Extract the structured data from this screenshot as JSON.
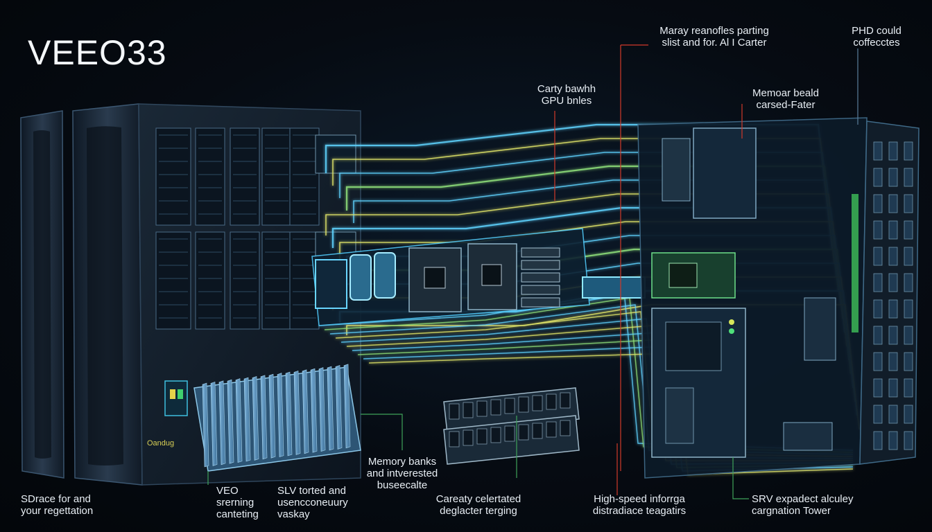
{
  "title": "VEEO33",
  "labels": {
    "top_center": "Maray reanofles parting\nslist and for. Al I Carter",
    "top_right": "PHD could\ncoffecctes",
    "gpu": "Carty bawhh\nGPU bnles",
    "memory_board": "Memoar beald\ncarsed-Fater",
    "small_tag": "Oandug",
    "memory_banks": "Memory banks\nand intverested\nbuseecalte",
    "bottom_1": "SDrace for and\nyour regettation",
    "bottom_2": "VEO\nsrerning\ncanteting",
    "bottom_3": "SLV torted and\nusencconeuury\nvaskay",
    "bottom_4": "Careaty celertated\ndeglacter terging",
    "bottom_5": "High-speed inforrga\ndistradiace teagatirs",
    "bottom_6": "SRV expadect alculey\ncargnation Tower"
  },
  "colors": {
    "cable_blue": "#5fd3ff",
    "cable_yellow": "#e4e86a",
    "cable_green": "#8fe07a",
    "leader_red": "#d23a2a",
    "leader_green": "#3fa35a",
    "chassis": "#1b2a3a"
  }
}
